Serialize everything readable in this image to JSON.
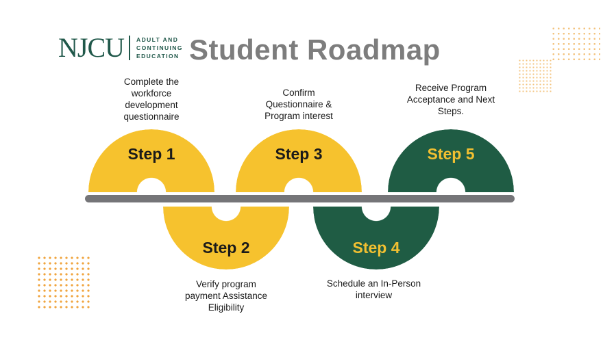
{
  "header": {
    "logo": {
      "acronym": "NJCU",
      "tagline_line1": "ADULT AND",
      "tagline_line2": "CONTINUING",
      "tagline_line3": "EDUCATION"
    },
    "title": "Student Roadmap"
  },
  "steps": [
    {
      "label": "Step 1",
      "description": "Complete the workforce development questionnaire",
      "side": "top",
      "arc_color": "#F6C22E",
      "label_color": "#1A1A1A"
    },
    {
      "label": "Step 2",
      "description": "Verify program payment Assistance Eligibility",
      "side": "bottom",
      "arc_color": "#F6C22E",
      "label_color": "#1A1A1A"
    },
    {
      "label": "Step 3",
      "description": "Confirm Questionnaire & Program interest",
      "side": "top",
      "arc_color": "#F6C22E",
      "label_color": "#1A1A1A"
    },
    {
      "label": "Step 4",
      "description": "Schedule an In-Person interview",
      "side": "bottom",
      "arc_color": "#1F5C44",
      "label_color": "#F2C031"
    },
    {
      "label": "Step 5",
      "description": "Receive Program Acceptance and Next Steps.",
      "side": "top",
      "arc_color": "#1F5C44",
      "label_color": "#F2C031"
    }
  ],
  "colors": {
    "brand_green": "#20584A",
    "accent_yellow": "#F6C22E",
    "dark_green": "#1F5C44",
    "title_gray": "#7D7D7D",
    "timeline_gray": "#757578",
    "dot_orange": "#F0A43E",
    "dot_light_orange": "#F3C37E",
    "text_dark": "#1A1A1A"
  },
  "decor": {
    "dot_grid_top_right_a": "square grid of light orange dots",
    "dot_grid_top_right_b": "square grid of light orange dots",
    "dot_grid_bottom_left": "square grid of orange dots"
  }
}
